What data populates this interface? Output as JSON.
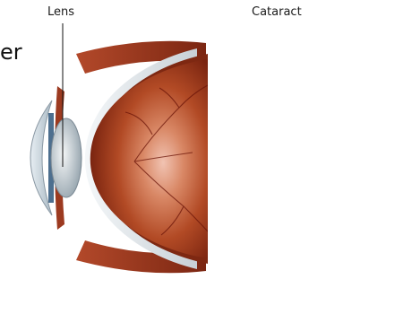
{
  "labels": {
    "left_eye": "Lens",
    "right_eye": "Cataract"
  },
  "cropped_text": "er",
  "colors": {
    "retina_dark": "#7a2410",
    "retina_light": "#e8a58e",
    "sclera": "#e9eef2",
    "lens_clear": "#cfd8de",
    "cataract_lens": "#f2f4f5",
    "vessel": "#6a1408"
  }
}
